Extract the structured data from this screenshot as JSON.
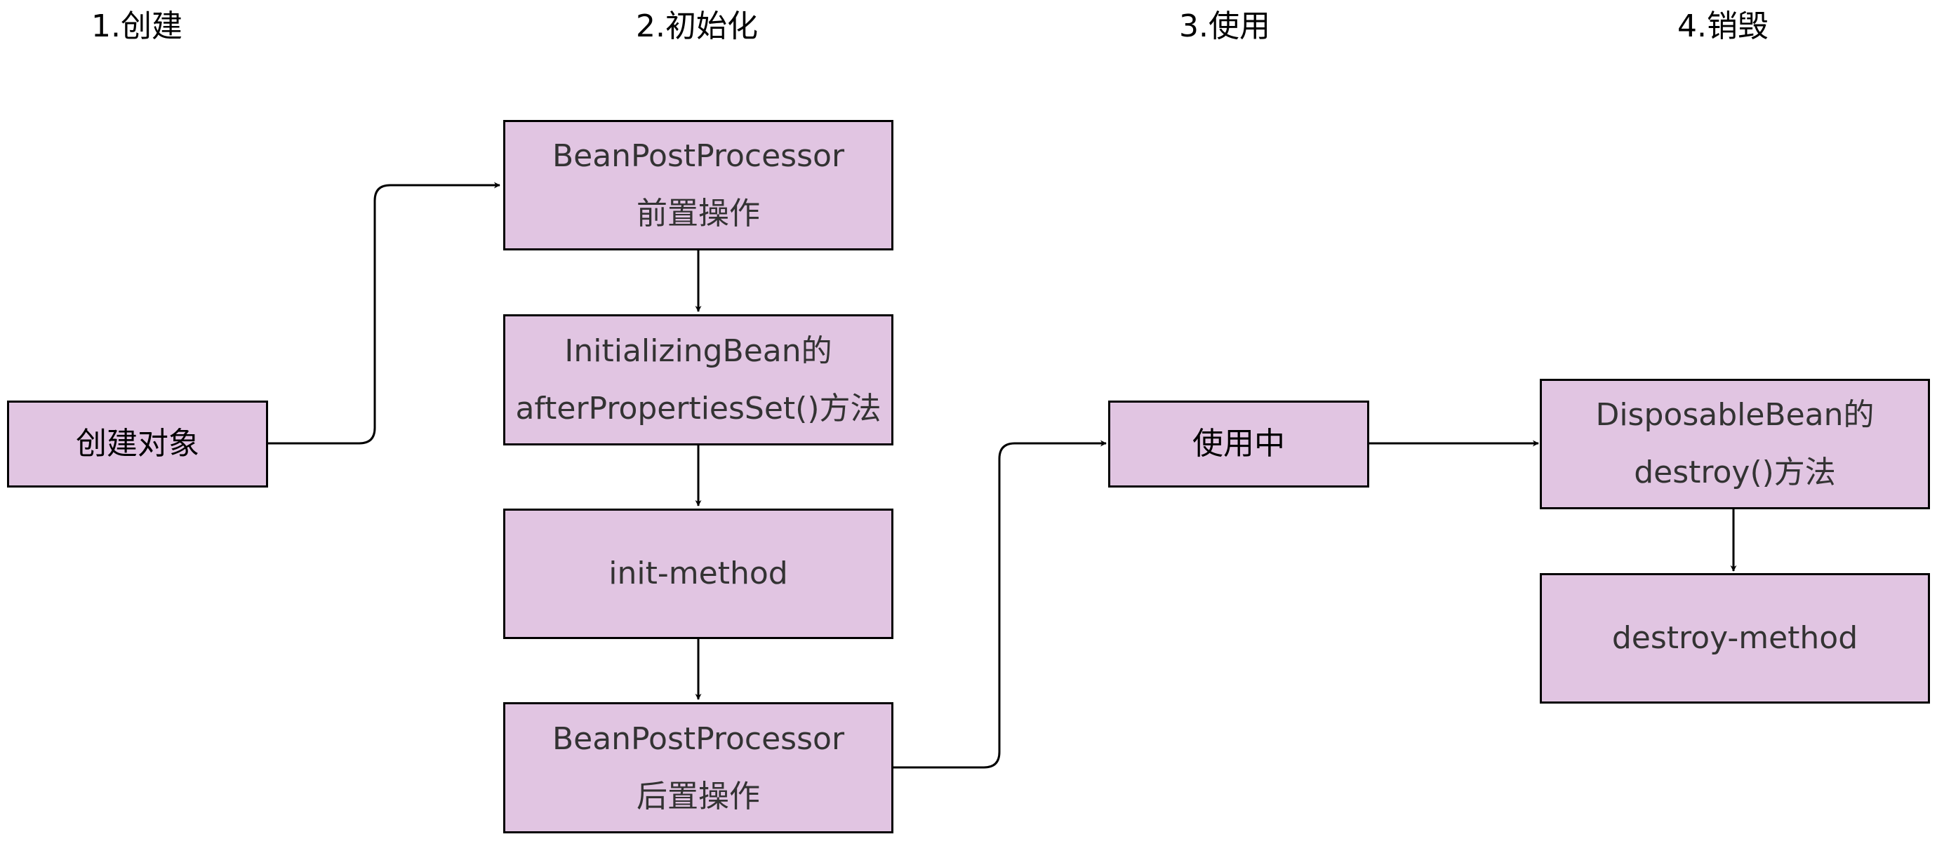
{
  "stages": [
    {
      "id": "create",
      "label": "1.创建"
    },
    {
      "id": "init",
      "label": "2.初始化"
    },
    {
      "id": "use",
      "label": "3.使用"
    },
    {
      "id": "destroy",
      "label": "4.销毁"
    }
  ],
  "nodes": {
    "create_object": {
      "lines": [
        "创建对象"
      ]
    },
    "bpp_before": {
      "lines": [
        "BeanPostProcessor",
        "前置操作"
      ]
    },
    "initializing_bean": {
      "lines": [
        "InitializingBean的",
        "afterPropertiesSet()方法"
      ]
    },
    "init_method": {
      "lines": [
        "init-method"
      ]
    },
    "bpp_after": {
      "lines": [
        "BeanPostProcessor",
        "后置操作"
      ]
    },
    "in_use": {
      "lines": [
        "使用中"
      ]
    },
    "disposable_bean": {
      "lines": [
        "DisposableBean的",
        "destroy()方法"
      ]
    },
    "destroy_method": {
      "lines": [
        "destroy-method"
      ]
    }
  },
  "edges": [
    {
      "from": "create_object",
      "to": "bpp_before"
    },
    {
      "from": "bpp_before",
      "to": "initializing_bean"
    },
    {
      "from": "initializing_bean",
      "to": "init_method"
    },
    {
      "from": "init_method",
      "to": "bpp_after"
    },
    {
      "from": "bpp_after",
      "to": "in_use"
    },
    {
      "from": "in_use",
      "to": "disposable_bean"
    },
    {
      "from": "disposable_bean",
      "to": "destroy_method"
    }
  ],
  "colors": {
    "node_fill": "#e1c5e2",
    "node_border": "#000000",
    "edge": "#000000",
    "background": "#ffffff"
  }
}
